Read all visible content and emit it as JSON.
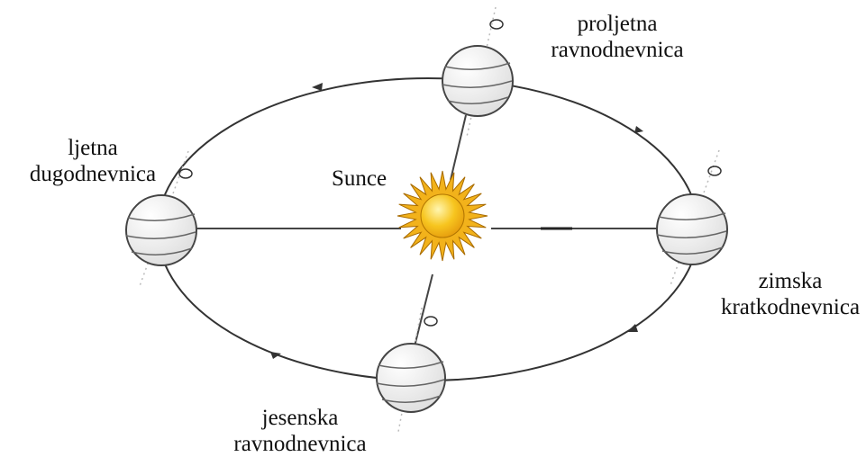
{
  "labels": {
    "sun": "Sunce",
    "spring": {
      "line1": "proljetna",
      "line2": "ravnodnevnica"
    },
    "summer": {
      "line1": "ljetna",
      "line2": "dugodnevnica"
    },
    "winter": {
      "line1": "zimska",
      "line2": "kratkodnevnica"
    },
    "autumn": {
      "line1": "jesenska",
      "line2": "ravnodnevnica"
    }
  },
  "colors": {
    "orbit": "#333333",
    "line": "#444444",
    "sun_rays": "#f2b21b",
    "sun_core": "#f7c51f",
    "globe": "#ededed"
  }
}
